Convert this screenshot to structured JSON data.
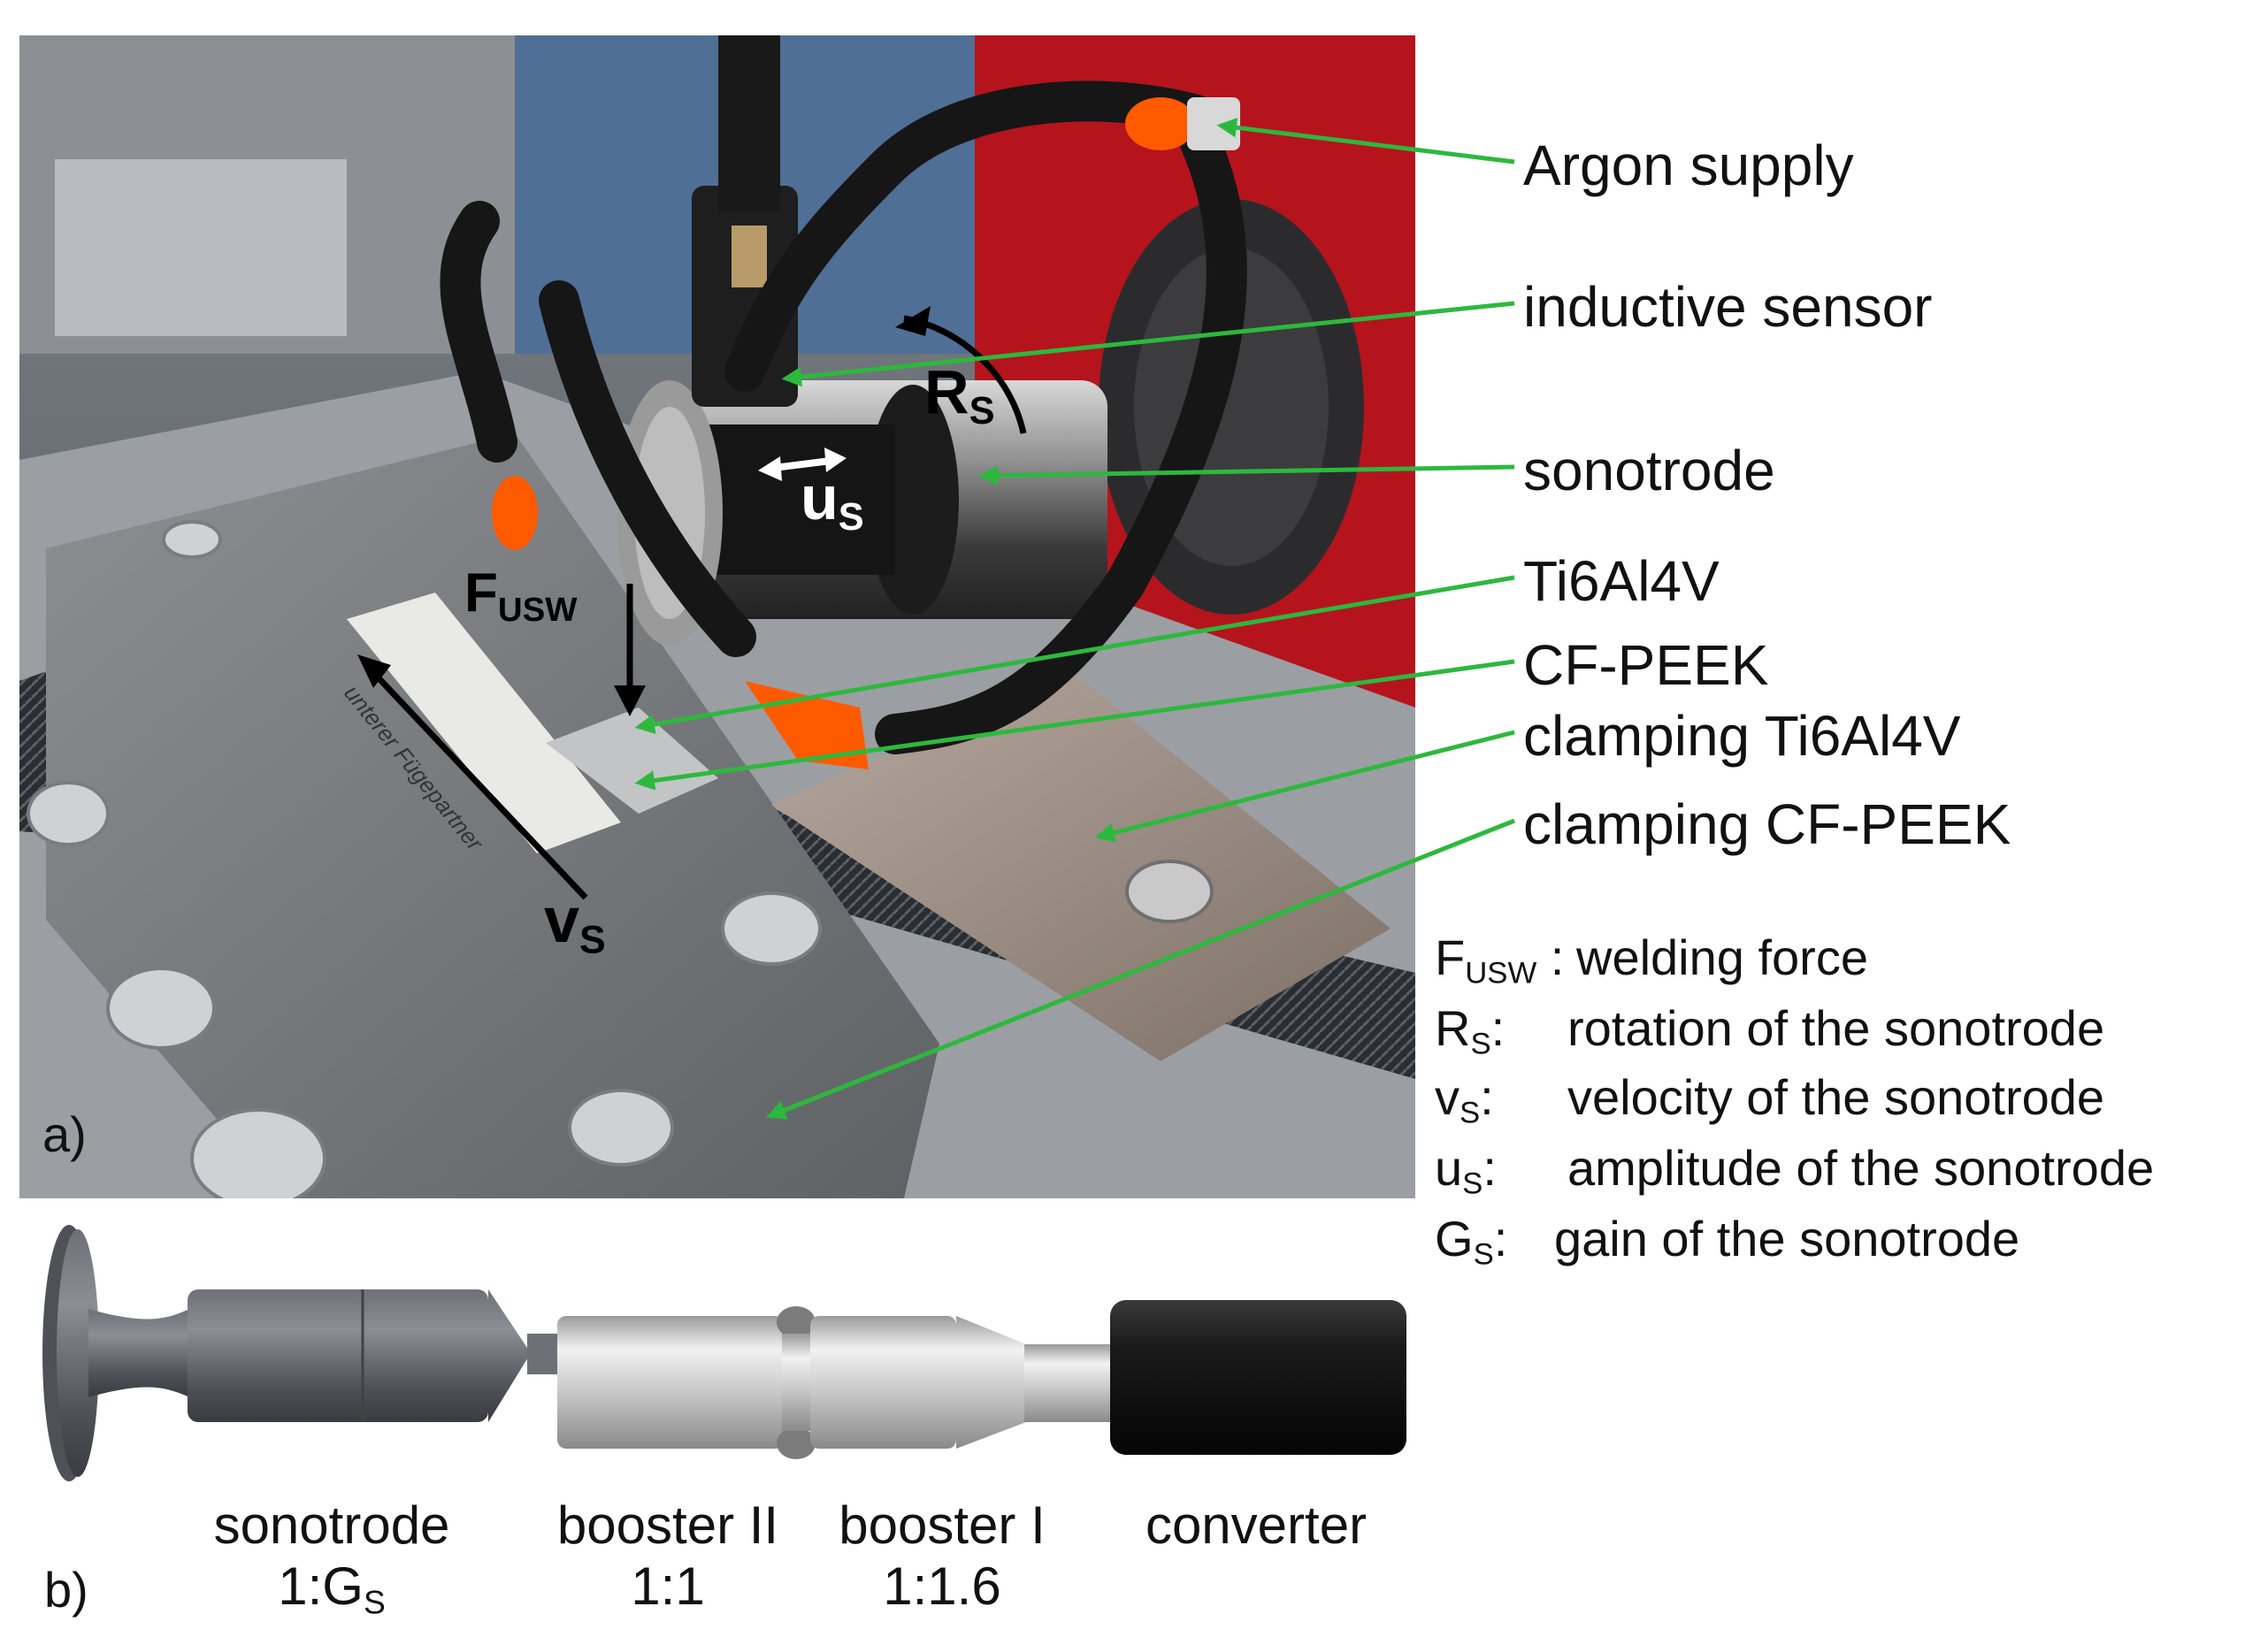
{
  "photo": {
    "panel_label": "a)",
    "plate_text": "unterer Fügepartner",
    "overlay_labels": {
      "force": {
        "base": "F",
        "sub": "USW"
      },
      "rotation": {
        "base": "R",
        "sub": "S"
      },
      "amplitude": {
        "base": "u",
        "sub": "S"
      },
      "velocity": {
        "base": "v",
        "sub": "S"
      }
    }
  },
  "callouts": [
    {
      "name": "argon-supply",
      "text": "Argon supply"
    },
    {
      "name": "inductive-sensor",
      "text": "inductive sensor"
    },
    {
      "name": "sonotrode",
      "text": "sonotrode"
    },
    {
      "name": "ti6al4v",
      "text": "Ti6Al4V"
    },
    {
      "name": "cf-peek",
      "text": "CF-PEEK"
    },
    {
      "name": "clamping-ti6al4v",
      "text": "clamping Ti6Al4V"
    },
    {
      "name": "clamping-cf-peek",
      "text": "clamping CF-PEEK"
    }
  ],
  "legend": [
    {
      "base": "F",
      "sub": "USW",
      "sep": " : ",
      "desc": "welding force"
    },
    {
      "base": "R",
      "sub": "S",
      "sep": ":",
      "desc": "rotation of the sonotrode"
    },
    {
      "base": "v",
      "sub": "S",
      "sep": ":",
      "desc": "velocity of the sonotrode"
    },
    {
      "base": "u",
      "sub": "S",
      "sep": ":",
      "desc": "amplitude of the sonotrode"
    },
    {
      "base": "G",
      "sub": "S",
      "sep": ":",
      "desc": "gain of the sonotrode"
    }
  ],
  "stack": {
    "panel_label": "b)",
    "parts": [
      {
        "name": "sonotrode",
        "title": "sonotrode",
        "ratio_prefix": "1:G",
        "ratio_sub": "S"
      },
      {
        "name": "booster-ii",
        "title": "booster II",
        "ratio_prefix": "1:1",
        "ratio_sub": ""
      },
      {
        "name": "booster-i",
        "title": "booster I",
        "ratio_prefix": "1:1.6",
        "ratio_sub": ""
      },
      {
        "name": "converter",
        "title": "converter",
        "ratio_prefix": "",
        "ratio_sub": ""
      }
    ]
  },
  "colors": {
    "callout_arrow": "#2db83d",
    "frame_red": "#b5141d",
    "hose_orange": "#ff5a00"
  }
}
